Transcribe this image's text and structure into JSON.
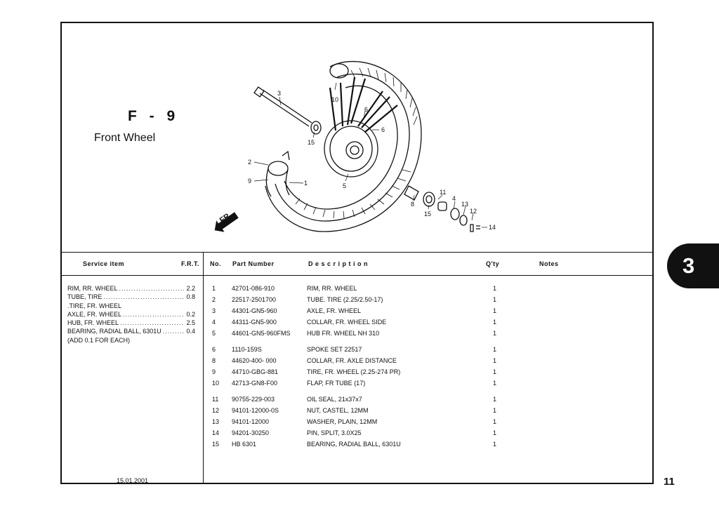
{
  "figure": {
    "code": "F - 9",
    "title": "Front Wheel"
  },
  "diagram": {
    "callouts": [
      "3",
      "10",
      "6",
      "6",
      "15",
      "2",
      "9",
      "1",
      "5",
      "8",
      "11",
      "4",
      "13",
      "12",
      "15",
      "14"
    ],
    "fr_label": "FR"
  },
  "table_headers": {
    "service_item": "Service  item",
    "frt": "F.R.T.",
    "no": "No.",
    "part_number": "Part  Number",
    "description": "D e s c r i p t i o n",
    "qty": "Q'ty",
    "notes": "Notes"
  },
  "service_items": [
    {
      "name": "RIM, RR. WHEEL",
      "frt": "2.2"
    },
    {
      "name": "TUBE, TIRE",
      "frt": "0.8"
    },
    {
      "name": ".TIRE, FR. WHEEL",
      "frt": ""
    },
    {
      "name": "AXLE, FR. WHEEL",
      "frt": "0.2"
    },
    {
      "name": "HUB, FR. WHEEL",
      "frt": "2.5"
    },
    {
      "name": "BEARING, RADIAL BALL, 6301U",
      "frt": "0.4"
    },
    {
      "name": "(ADD 0.1 FOR EACH)",
      "frt": ""
    }
  ],
  "date": "15.01.2001",
  "parts": [
    {
      "no": "1",
      "part_number": "42701-086-910",
      "description": "RIM, RR. WHEEL",
      "qty": "1"
    },
    {
      "no": "2",
      "part_number": "22517-2501700",
      "description": "TUBE. TIRE (2.25/2.50-17)",
      "qty": "1"
    },
    {
      "no": "3",
      "part_number": "44301-GN5-960",
      "description": "AXLE, FR. WHEEL",
      "qty": "1"
    },
    {
      "no": "4",
      "part_number": "44311-GN5-900",
      "description": "COLLAR, FR. WHEEL SIDE",
      "qty": "1"
    },
    {
      "no": "5",
      "part_number": "44601-GN5-960FMS",
      "description": "HUB FR. WHEEL NH 310",
      "qty": "1"
    },
    {
      "no": "6",
      "part_number": "1110-159S",
      "description": "SPOKE SET 22517",
      "qty": "1"
    },
    {
      "no": "8",
      "part_number": "44620-400- 000",
      "description": "COLLAR, FR. AXLE DISTANCE",
      "qty": "1"
    },
    {
      "no": "9",
      "part_number": "44710-GBG-881",
      "description": "TIRE, FR. WHEEL (2.25-274 PR)",
      "qty": "1"
    },
    {
      "no": "10",
      "part_number": "42713-GN8-F00",
      "description": "FLAP, FR TUBE (17)",
      "qty": "1"
    },
    {
      "no": "11",
      "part_number": "90755-229-003",
      "description": "OIL SEAL, 21x37x7",
      "qty": "1"
    },
    {
      "no": "12",
      "part_number": "94101-12000-0S",
      "description": "NUT, CASTEL, 12MM",
      "qty": "1"
    },
    {
      "no": "13",
      "part_number": "94101-12000",
      "description": "WASHER, PLAIN, 12MM",
      "qty": "1"
    },
    {
      "no": "14",
      "part_number": "94201-30250",
      "description": "PIN, SPLIT, 3.0X25",
      "qty": "1"
    },
    {
      "no": "15",
      "part_number": "HB 6301",
      "description": "BEARING, RADIAL BALL, 6301U",
      "qty": "1"
    }
  ],
  "section_tab": "3",
  "page_number": "11"
}
